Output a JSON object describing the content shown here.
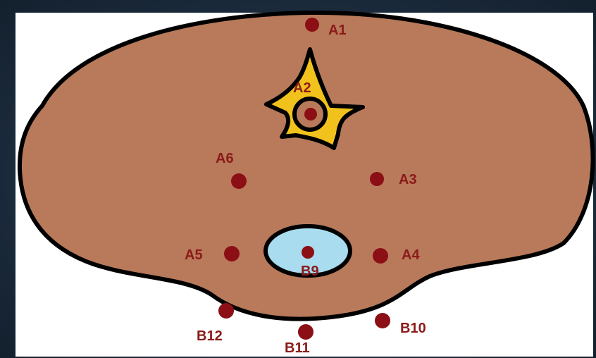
{
  "colors": {
    "body": "#b87a5a",
    "outline": "#000000",
    "star": "#f2c21c",
    "opening": "#a9dcef",
    "point": "#8b0f14",
    "label": "#8b1a1a"
  },
  "points": [
    {
      "id": "A1",
      "label": "A1"
    },
    {
      "id": "A2",
      "label": "A2"
    },
    {
      "id": "A3",
      "label": "A3"
    },
    {
      "id": "A4",
      "label": "A4"
    },
    {
      "id": "A5",
      "label": "A5"
    },
    {
      "id": "A6",
      "label": "A6"
    },
    {
      "id": "B9",
      "label": "B9"
    },
    {
      "id": "B10",
      "label": "B10"
    },
    {
      "id": "B11",
      "label": "B11"
    },
    {
      "id": "B12",
      "label": "B12"
    }
  ]
}
